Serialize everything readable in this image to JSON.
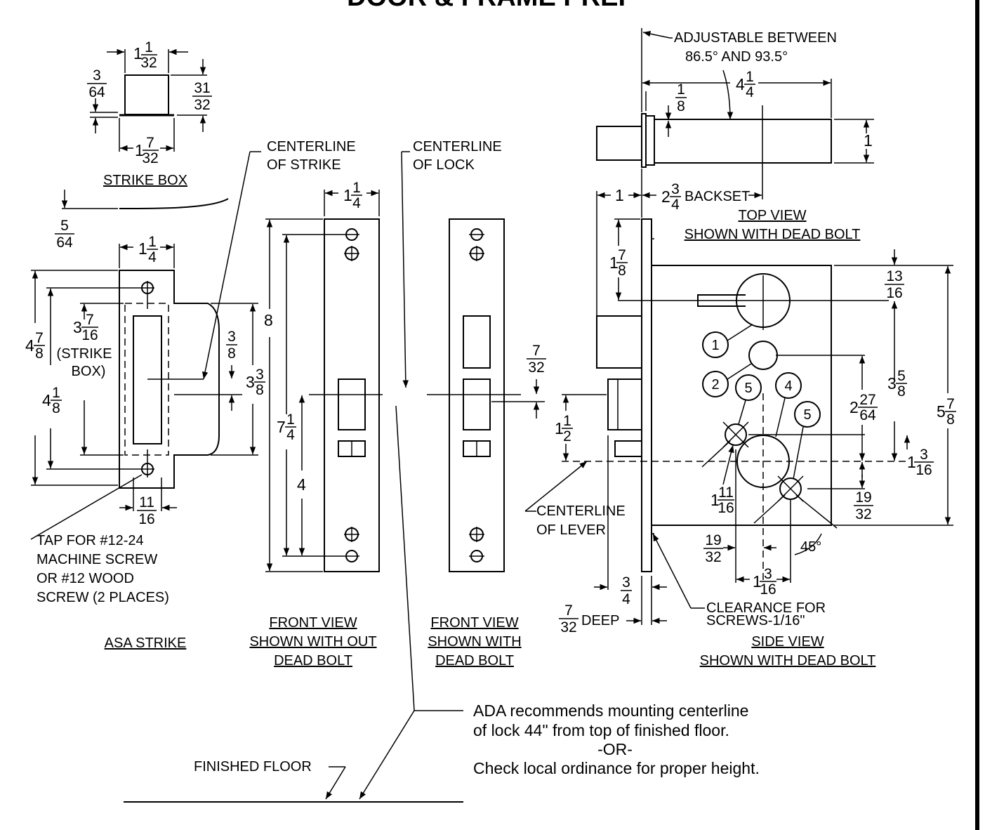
{
  "page_title": "DOOR & FRAME PREP",
  "views": {
    "strike_box": "STRIKE BOX",
    "asa_strike": "ASA STRIKE",
    "front_view_without": [
      "FRONT  VIEW",
      "SHOWN WITH OUT",
      "DEAD BOLT"
    ],
    "front_view_with": [
      "FRONT  VIEW",
      "SHOWN WITH",
      "DEAD BOLT"
    ],
    "top_view": [
      "TOP VIEW",
      "SHOWN WITH DEAD BOLT"
    ],
    "side_view": [
      "SIDE VIEW",
      "SHOWN WITH DEAD BOLT"
    ]
  },
  "labels": {
    "centerline_strike": [
      "CENTERLINE",
      "OF STRIKE"
    ],
    "centerline_lock": [
      "CENTERLINE",
      "OF LOCK"
    ],
    "centerline_lever": [
      "CENTERLINE",
      "OF LEVER"
    ],
    "adjustable": [
      "ADJUSTABLE BETWEEN",
      "86.5° AND 93.5°"
    ],
    "tap_note": [
      "TAP FOR #12-24",
      "MACHINE SCREW",
      "OR #12 WOOD",
      "SCREW (2 PLACES)"
    ],
    "clearance": [
      "CLEARANCE FOR",
      "SCREWS-1/16\""
    ],
    "strike_box_note": [
      "(STRIKE",
      "BOX)"
    ],
    "backset": "BACKSET",
    "deep": "DEEP",
    "finished_floor": "FINISHED FLOOR",
    "ada_note": [
      "ADA recommends mounting centerline",
      "of lock 44\" from top of finished floor.",
      "-OR-",
      "Check local ordinance for proper height."
    ],
    "angle": "45°"
  },
  "callouts": [
    "1",
    "2",
    "4",
    "5",
    "5"
  ],
  "dimensions": {
    "d_1_1_32": {
      "whole": "1",
      "num": "1",
      "den": "32"
    },
    "d_3_64": {
      "whole": "",
      "num": "3",
      "den": "64"
    },
    "d_31_32": {
      "whole": "",
      "num": "31",
      "den": "32"
    },
    "d_1_7_32": {
      "whole": "1",
      "num": "7",
      "den": "32"
    },
    "d_5_64": {
      "whole": "",
      "num": "5",
      "den": "64"
    },
    "d_1_1_4_a": {
      "whole": "1",
      "num": "1",
      "den": "4"
    },
    "d_4_7_8": {
      "whole": "4",
      "num": "7",
      "den": "8"
    },
    "d_3_7_16": {
      "whole": "3",
      "num": "7",
      "den": "16"
    },
    "d_4_1_8": {
      "whole": "4",
      "num": "1",
      "den": "8"
    },
    "d_3_8": {
      "whole": "",
      "num": "3",
      "den": "8"
    },
    "d_3_3_8": {
      "whole": "3",
      "num": "3",
      "den": "8"
    },
    "d_11_16": {
      "whole": "",
      "num": "11",
      "den": "16"
    },
    "d_1_1_4_b": {
      "whole": "1",
      "num": "1",
      "den": "4"
    },
    "d_8": "8",
    "d_7_1_4": {
      "whole": "7",
      "num": "1",
      "den": "4"
    },
    "d_4": "4",
    "d_7_32": {
      "whole": "",
      "num": "7",
      "den": "32"
    },
    "d_1_1_2": {
      "whole": "1",
      "num": "1",
      "den": "2"
    },
    "d_4_1_4": {
      "whole": "4",
      "num": "1",
      "den": "4"
    },
    "d_1_8": {
      "whole": "",
      "num": "1",
      "den": "8"
    },
    "d_1": "1",
    "d_1_left": "1",
    "d_2_3_4": {
      "whole": "2",
      "num": "3",
      "den": "4"
    },
    "d_1_7_8": {
      "whole": "1",
      "num": "7",
      "den": "8"
    },
    "d_13_16": {
      "whole": "",
      "num": "13",
      "den": "16"
    },
    "d_3_5_8": {
      "whole": "3",
      "num": "5",
      "den": "8"
    },
    "d_5_7_8": {
      "whole": "5",
      "num": "7",
      "den": "8"
    },
    "d_2_27_64": {
      "whole": "2",
      "num": "27",
      "den": "64"
    },
    "d_1_3_16_a": {
      "whole": "1",
      "num": "3",
      "den": "16"
    },
    "d_1_11_16": {
      "whole": "1",
      "num": "11",
      "den": "16"
    },
    "d_19_32_a": {
      "whole": "",
      "num": "19",
      "den": "32"
    },
    "d_19_32_b": {
      "whole": "",
      "num": "19",
      "den": "32"
    },
    "d_1_3_16_b": {
      "whole": "1",
      "num": "3",
      "den": "16"
    },
    "d_3_4": {
      "whole": "",
      "num": "3",
      "den": "4"
    },
    "d_7_32_deep": {
      "whole": "",
      "num": "7",
      "den": "32"
    }
  }
}
